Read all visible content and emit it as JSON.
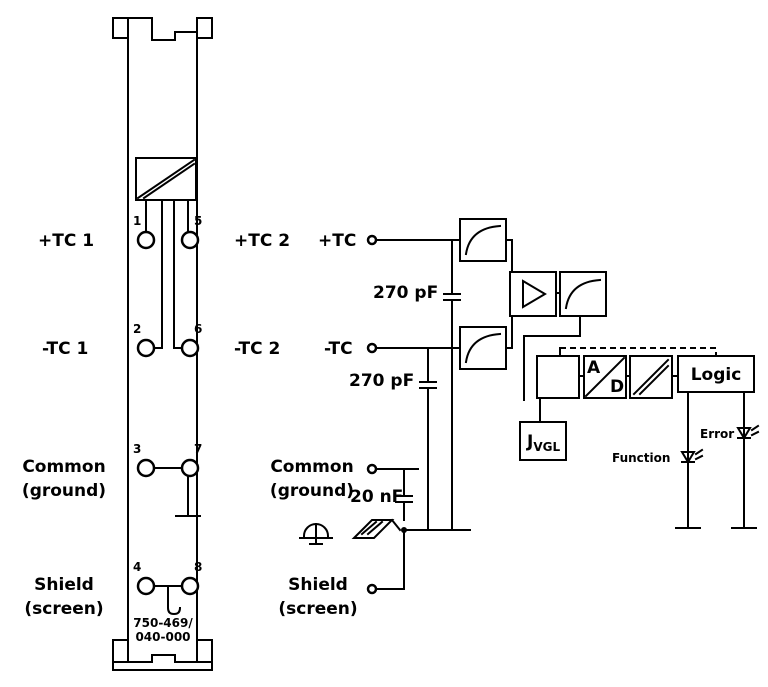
{
  "module": {
    "part_number_line1": "750-469/",
    "part_number_line2": "040-000",
    "pins": [
      "1",
      "2",
      "3",
      "4",
      "5",
      "6",
      "7",
      "8"
    ]
  },
  "left_labels": {
    "tc1_pos": "+TC 1",
    "tc1_neg": "-TC 1",
    "common_line1": "Common",
    "common_line2": "(ground)",
    "shield_line1": "Shield",
    "shield_line2": "(screen)"
  },
  "middle_labels": {
    "tc2_pos": "+TC 2",
    "tc2_neg": "-TC 2"
  },
  "circuit": {
    "tc_pos": "+TC",
    "tc_neg": "-TC",
    "cap_top": "270 pF",
    "cap_mid": "270 pF",
    "cap_bottom": "20 nF",
    "common_line1": "Common",
    "common_line2": "(ground)",
    "shield_line1": "Shield",
    "shield_line2": "(screen)",
    "jvgl_main": "J",
    "jvgl_sub": "VGL",
    "adc_a": "A",
    "adc_d": "D",
    "logic": "Logic",
    "function": "Function",
    "error": "Error"
  }
}
